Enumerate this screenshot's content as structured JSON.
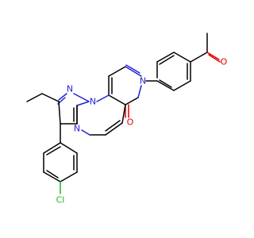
{
  "atom_labels": {
    "n_pyrazole_1": "N",
    "n_pyrazole_2": "N",
    "n_pyrimidine": "N",
    "n_pyridone": "N",
    "o_lactam": "O",
    "o_acetyl": "O",
    "cl": "Cl"
  },
  "colors": {
    "nitrogen": "#2323d8",
    "oxygen": "#e00000",
    "chlorine": "#1fb31f",
    "carbon": "#000000"
  }
}
